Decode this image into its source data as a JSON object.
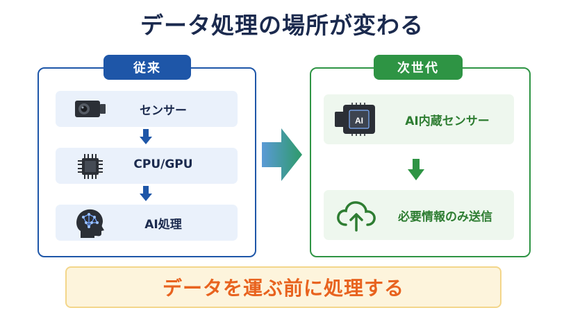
{
  "title": "データ処理の場所が変わる",
  "left": {
    "label": "従来",
    "steps": [
      "センサー",
      "CPU/GPU",
      "AI処理"
    ]
  },
  "right": {
    "label": "次世代",
    "chip_text": "AI",
    "steps": [
      "AI内蔵センサー",
      "必要情報のみ送信"
    ]
  },
  "banner": "データを運ぶ前に処理する",
  "colors": {
    "blue": "#1e56a8",
    "green": "#2e9444",
    "orange": "#e8631f",
    "navy": "#1b2a4e"
  }
}
